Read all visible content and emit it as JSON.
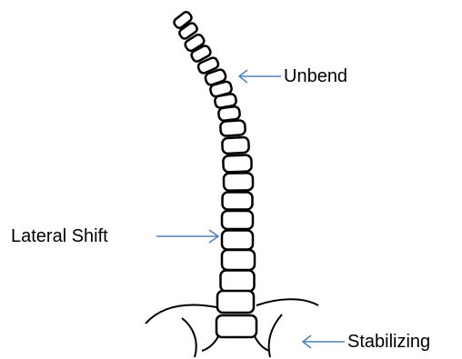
{
  "labels": {
    "unbend": "Unbend",
    "lateral_shift": "Lateral Shift",
    "stabilizing": "Stabilizing"
  },
  "colors": {
    "arrow": "#4f81bd",
    "outline": "#000000",
    "background": "#ffffff"
  }
}
